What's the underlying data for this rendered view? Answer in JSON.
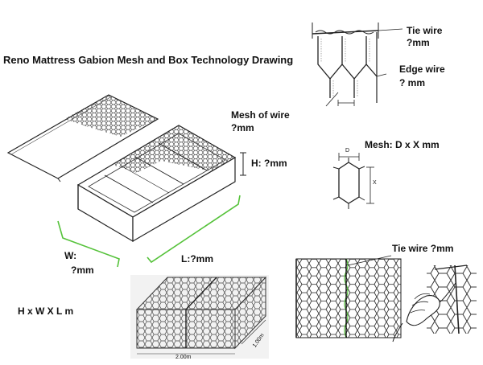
{
  "title": "Reno Mattress Gabion Mesh and Box Technology Drawing",
  "labels": {
    "tie_wire_top": "Tie wire",
    "tie_wire_top_value": "?mm",
    "edge_wire": "Edge  wire",
    "edge_wire_value": "? mm",
    "mesh_of_wire": "Mesh of wire",
    "mesh_of_wire_value": "?mm",
    "mesh_size": "Mesh: D x  X mm",
    "mesh_d": "D",
    "mesh_x": "X",
    "height": "H: ?mm",
    "width": "W:",
    "width_value": "?mm",
    "length": "L:?mm",
    "formula": "H x W X L m",
    "tie_wire_bottom": "Tie wire ?mm",
    "photo_length": "2.00m",
    "photo_width": "1.00m"
  },
  "colors": {
    "line": "#222222",
    "mesh": "#333333",
    "dimension_accent": "#55c23a"
  },
  "icons": {
    "hand_twisting": "hand-twist-icon"
  }
}
